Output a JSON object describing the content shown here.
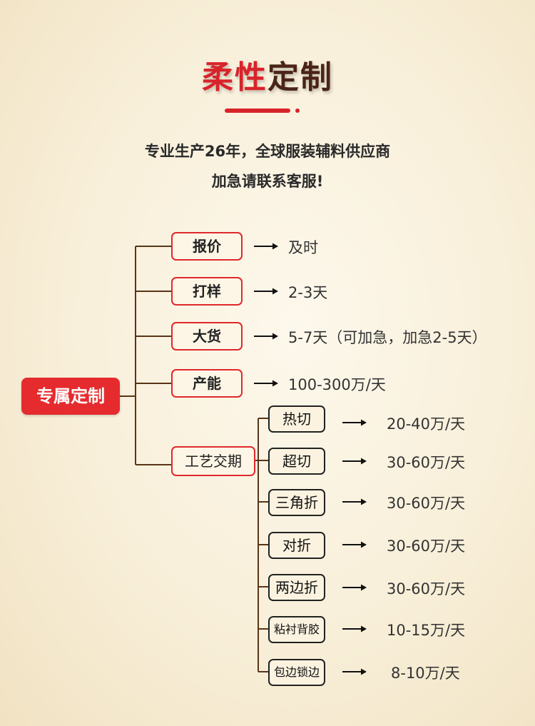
{
  "header": {
    "title_red": "柔性",
    "title_brown": "定制",
    "subtitle_line1": "专业生产26年，全球服装辅料供应商",
    "subtitle_line2": "加急请联系客服!"
  },
  "diagram": {
    "root": "专属定制",
    "categories": [
      {
        "label": "报价",
        "value": "及时"
      },
      {
        "label": "打样",
        "value": "2-3天"
      },
      {
        "label": "大货",
        "value": "5-7天（可加急，加急2-5天）"
      },
      {
        "label": "产能",
        "value": "100-300万/天"
      },
      {
        "label": "工艺交期",
        "value": ""
      }
    ],
    "processes": [
      {
        "label": "热切",
        "value": "20-40万/天"
      },
      {
        "label": "超切",
        "value": "30-60万/天"
      },
      {
        "label": "三角折",
        "value": "30-60万/天"
      },
      {
        "label": "对折",
        "value": "30-60万/天"
      },
      {
        "label": "两边折",
        "value": "30-60万/天"
      },
      {
        "label": "粘衬背胶",
        "value": "10-15万/天"
      },
      {
        "label": "包边锁边",
        "value": "8-10万/天"
      }
    ]
  },
  "colors": {
    "accent_red": "#e52b2e",
    "title_brown": "#4a2417",
    "connector_brown": "#5a3417"
  }
}
